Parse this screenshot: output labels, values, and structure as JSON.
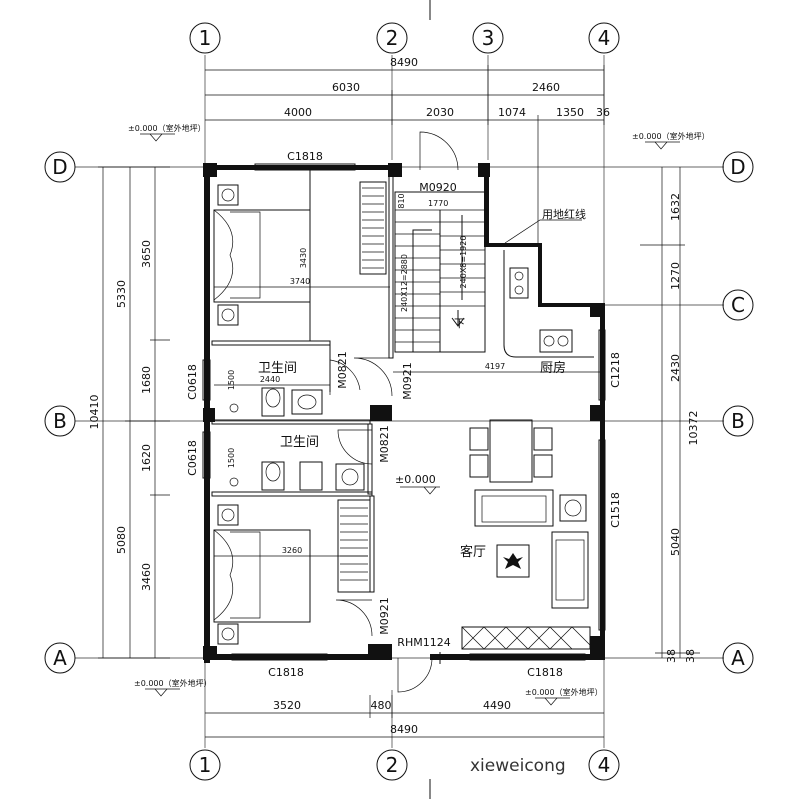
{
  "axes": {
    "col1": "1",
    "col2": "2",
    "col3": "3",
    "col4": "4",
    "rowA": "A",
    "rowB": "B",
    "rowC": "C",
    "rowD": "D"
  },
  "dims": {
    "top_total": "8490",
    "top_6030": "6030",
    "top_2460": "2460",
    "top_4000": "4000",
    "top_2030": "2030",
    "top_1074": "1074",
    "top_1350": "1350",
    "top_36": "36",
    "left_10410": "10410",
    "left_5330": "5330",
    "left_5080": "5080",
    "left_3650": "3650",
    "left_1680": "1680",
    "left_1620": "1620",
    "left_3460": "3460",
    "right_10372": "10372",
    "right_1632": "1632",
    "right_1270": "1270",
    "right_2430": "2430",
    "right_5040": "5040",
    "right_38a": "38",
    "right_38b": "38",
    "bot_3520": "3520",
    "bot_480": "480",
    "bot_4490": "4490",
    "bot_total": "8490"
  },
  "levels": {
    "tl": "±0.000（室外地坪）",
    "tr": "±0.000（室外地坪）",
    "bl": "±0.000（室外地坪）",
    "br": "±0.000（室外地坪）",
    "floor": "±0.000"
  },
  "openings": {
    "c1818_top": "C1818",
    "c1818_bl": "C1818",
    "c1818_br": "C1818",
    "m0920": "M0920",
    "m0821_a": "M0821",
    "m0821_b": "M0821",
    "m0921_a": "M0921",
    "m0921_b": "M0921",
    "c0618_a": "C0618",
    "c0618_b": "C0618",
    "c1218": "C1218",
    "c1518": "C1518",
    "rhm1124": "RHM1124"
  },
  "labels": {
    "redline": "用地红线",
    "bath1": "卫生间",
    "bath2": "卫生间",
    "kitchen": "厨房",
    "living": "客厅",
    "down": "下",
    "d1770": "1770",
    "d810": "810",
    "d1920": "240X8=1920",
    "d2880": "240X12=2880",
    "d4197": "4197",
    "d3430": "3430",
    "d3740": "3740",
    "d3260": "3260",
    "d2440": "2440",
    "d1500a": "1500",
    "d1500b": "1500"
  },
  "watermark": "xieweicong"
}
